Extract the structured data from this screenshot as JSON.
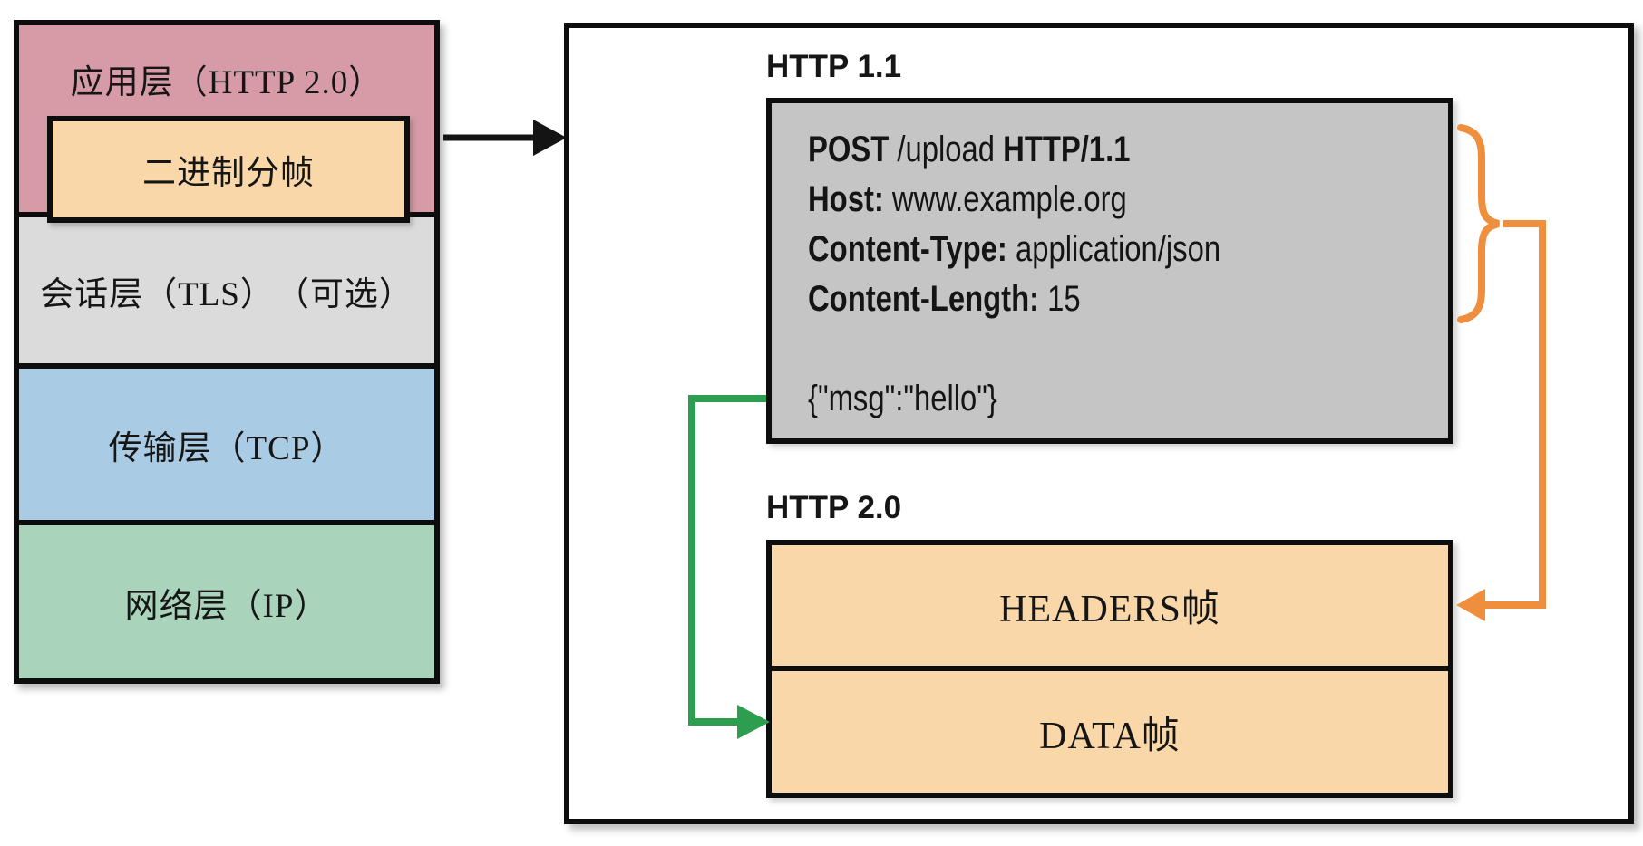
{
  "stack": {
    "layers": [
      {
        "label": "应用层（HTTP 2.0）",
        "color": "#d69ba6"
      },
      {
        "label": "会话层（TLS）　（可选）",
        "color": "#dbdbdb"
      },
      {
        "label": "传输层（TCP）",
        "color": "#a9cbe3"
      },
      {
        "label": "网络层（IP）",
        "color": "#a9d3ba"
      }
    ],
    "binary_framing": {
      "label": "二进制分帧",
      "color": "#f9d7a8"
    }
  },
  "panel": {
    "http11_label": "HTTP 1.1",
    "http20_label": "HTTP 2.0",
    "request": {
      "lines": [
        {
          "runs": [
            {
              "t": "POST",
              "b": true
            },
            {
              "t": " /upload ",
              "b": false
            },
            {
              "t": "HTTP/1.1",
              "b": true
            }
          ]
        },
        {
          "runs": [
            {
              "t": "Host:",
              "b": true
            },
            {
              "t": " www.example.org",
              "b": false
            }
          ]
        },
        {
          "runs": [
            {
              "t": "Content-Type:",
              "b": true
            },
            {
              "t": " application/json",
              "b": false
            }
          ]
        },
        {
          "runs": [
            {
              "t": "Content-Length:",
              "b": true
            },
            {
              "t": " 15",
              "b": false
            }
          ]
        }
      ],
      "body": "{\"msg\":\"hello\"}"
    },
    "frames": [
      {
        "label": "HEADERS帧",
        "color": "#f9d7a8"
      },
      {
        "label": "DATA帧",
        "color": "#f9d7a8"
      }
    ]
  },
  "colors": {
    "border_black": "#0d0d0d",
    "arrow_black": "#141414",
    "arrow_orange": "#ef8e3c",
    "arrow_green": "#2d9e50",
    "request_box_gray": "#c5c5c6"
  }
}
